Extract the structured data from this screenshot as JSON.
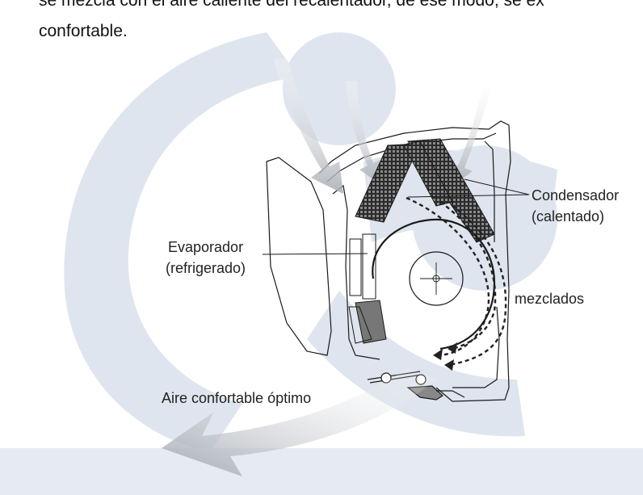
{
  "text": {
    "intro_line_1": "se mezcla con el aire caliente del recalentador, de ese modo, se ex",
    "intro_line_2": "confortable."
  },
  "labels": {
    "condensador": "Condensador",
    "condensador_sub": "(calentado)",
    "evaporador": "Evaporador",
    "evaporador_sub": "(refrigerado)",
    "mezclados": "mezclados",
    "aire_optimo": "Aire confortable óptimo"
  },
  "colors": {
    "watermark": "#dfe5ee",
    "flow_arrow": "#b9bec5",
    "line": "#1a1a1a",
    "coil": "#3a3a3a"
  }
}
